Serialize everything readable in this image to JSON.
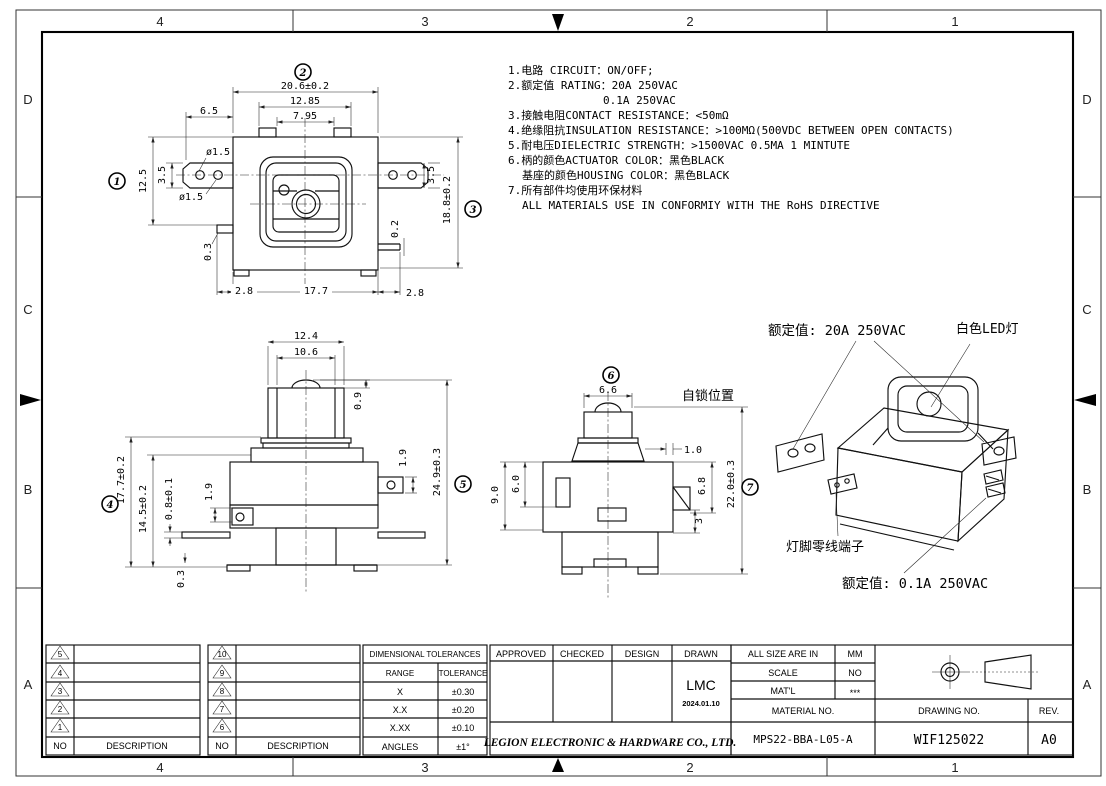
{
  "sheet": {
    "cols": [
      "4",
      "3",
      "2",
      "1"
    ],
    "rows": [
      "D",
      "C",
      "B",
      "A"
    ]
  },
  "notes": {
    "l1": "1.电路 CIRCUIT：ON/OFF;",
    "l2": "2.额定值 RATING：20A 250VAC",
    "l3": "0.1A 250VAC",
    "l4": "3.接触电阻CONTACT RESISTANCE：<50mΩ",
    "l5": "4.绝缘阻抗INSULATION RESISTANCE：>100MΩ(500VDC BETWEEN OPEN CONTACTS)",
    "l6": "5.耐电压DIELECTRIC STRENGTH：>1500VAC 0.5MA 1 MINTUTE",
    "l7": "6.柄的颜色ACTUATOR COLOR：黑色BLACK",
    "l8": "基座的颜色HOUSING COLOR：黑色BLACK",
    "l9": "7.所有部件均使用环保材料",
    "l10": "ALL MATERIALS USE IN CONFORMIY  WITH THE RoHS DIRECTIVE"
  },
  "balloons": {
    "b1": "1",
    "b2": "2",
    "b3": "3",
    "b4": "4",
    "b5": "5",
    "b6": "6",
    "b7": "7"
  },
  "top_view": {
    "d206": "20.6±0.2",
    "d1285": "12.85",
    "d795": "7.95",
    "d65": "6.5",
    "dphi_a": "ø1.5",
    "dphi_b": "ø1.5",
    "d35l": "3.5",
    "d125": "12.5",
    "d35r": "3.5",
    "d188": "18.8±0.2",
    "d02": "0.2",
    "d03": "0.3",
    "d28l": "2.8",
    "d177": "17.7",
    "d28r": "2.8"
  },
  "front_view": {
    "d124": "12.4",
    "d106": "10.6",
    "d09": "0.9",
    "d19r": "1.9",
    "d249": "24.9±0.3",
    "d177": "17.7±0.2",
    "d145": "14.5±0.2",
    "d08": "0.8±0.1",
    "d19l": "1.9",
    "d03": "0.3"
  },
  "side_view": {
    "d66": "6.6",
    "lock": "自锁位置",
    "d10": "1.0",
    "d90": "9.0",
    "d60": "6.0",
    "d68": "6.8",
    "d3": "3",
    "d220": "22.0±0.3"
  },
  "iso": {
    "rating20": "额定值: 20A 250VAC",
    "led": "白色LED灯",
    "terminal": "灯脚零线端子",
    "rating01": "额定值: 0.1A 250VAC"
  },
  "title_block": {
    "no": "NO",
    "description": "DESCRIPTION",
    "tri_left": [
      "5",
      "4",
      "3",
      "2",
      "1"
    ],
    "tri_right": [
      "10",
      "9",
      "8",
      "7",
      "6"
    ],
    "tol_title": "DIMENSIONAL TOLERANCES",
    "range": "RANGE",
    "tolerance": "TOLERANCE",
    "r1": "X",
    "t1": "±0.30",
    "r2": "X.X",
    "t2": "±0.20",
    "r3": "X.XX",
    "t3": "±0.10",
    "r4": "ANGLES",
    "t4": "±1°",
    "approved": "APPROVED",
    "checked": "CHECKED",
    "design": "DESIGN",
    "drawn": "DRAWN",
    "drawn_name": "LMC",
    "drawn_date": "2024.01.10",
    "company": "LEGION ELECTRONIC & HARDWARE CO., LTD.",
    "all_size": "ALL SIZE ARE IN",
    "unit": "MM",
    "scale": "SCALE",
    "scale_v": "NO",
    "matl": "MAT'L",
    "matl_v": "***",
    "material_no": "MATERIAL NO.",
    "material_no_v": "MPS22-BBA-L05-A",
    "drawing_no": "DRAWING NO.",
    "drawing_no_v": "WIF125022",
    "rev": "REV.",
    "rev_v": "A0"
  }
}
